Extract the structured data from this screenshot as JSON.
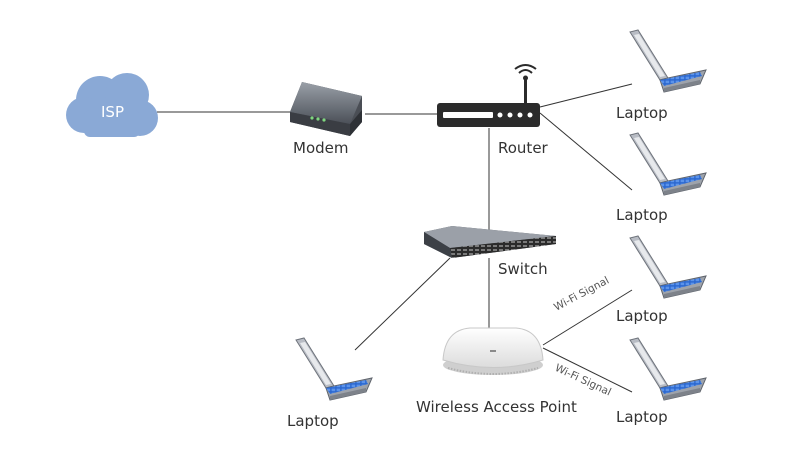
{
  "nodes": {
    "isp": "ISP",
    "modem": "Modem",
    "router": "Router",
    "switch": "Switch",
    "access_point": "Wireless Access Point",
    "laptops": [
      "Laptop",
      "Laptop",
      "Laptop",
      "Laptop",
      "Laptop"
    ]
  },
  "links": {
    "signal_upper": "Wi-Fi Signal",
    "signal_lower": "Wi-Fi Signal"
  },
  "colors": {
    "cloud": "#8aa9d6",
    "line": "#333333",
    "screen": "#2f6fd6"
  }
}
